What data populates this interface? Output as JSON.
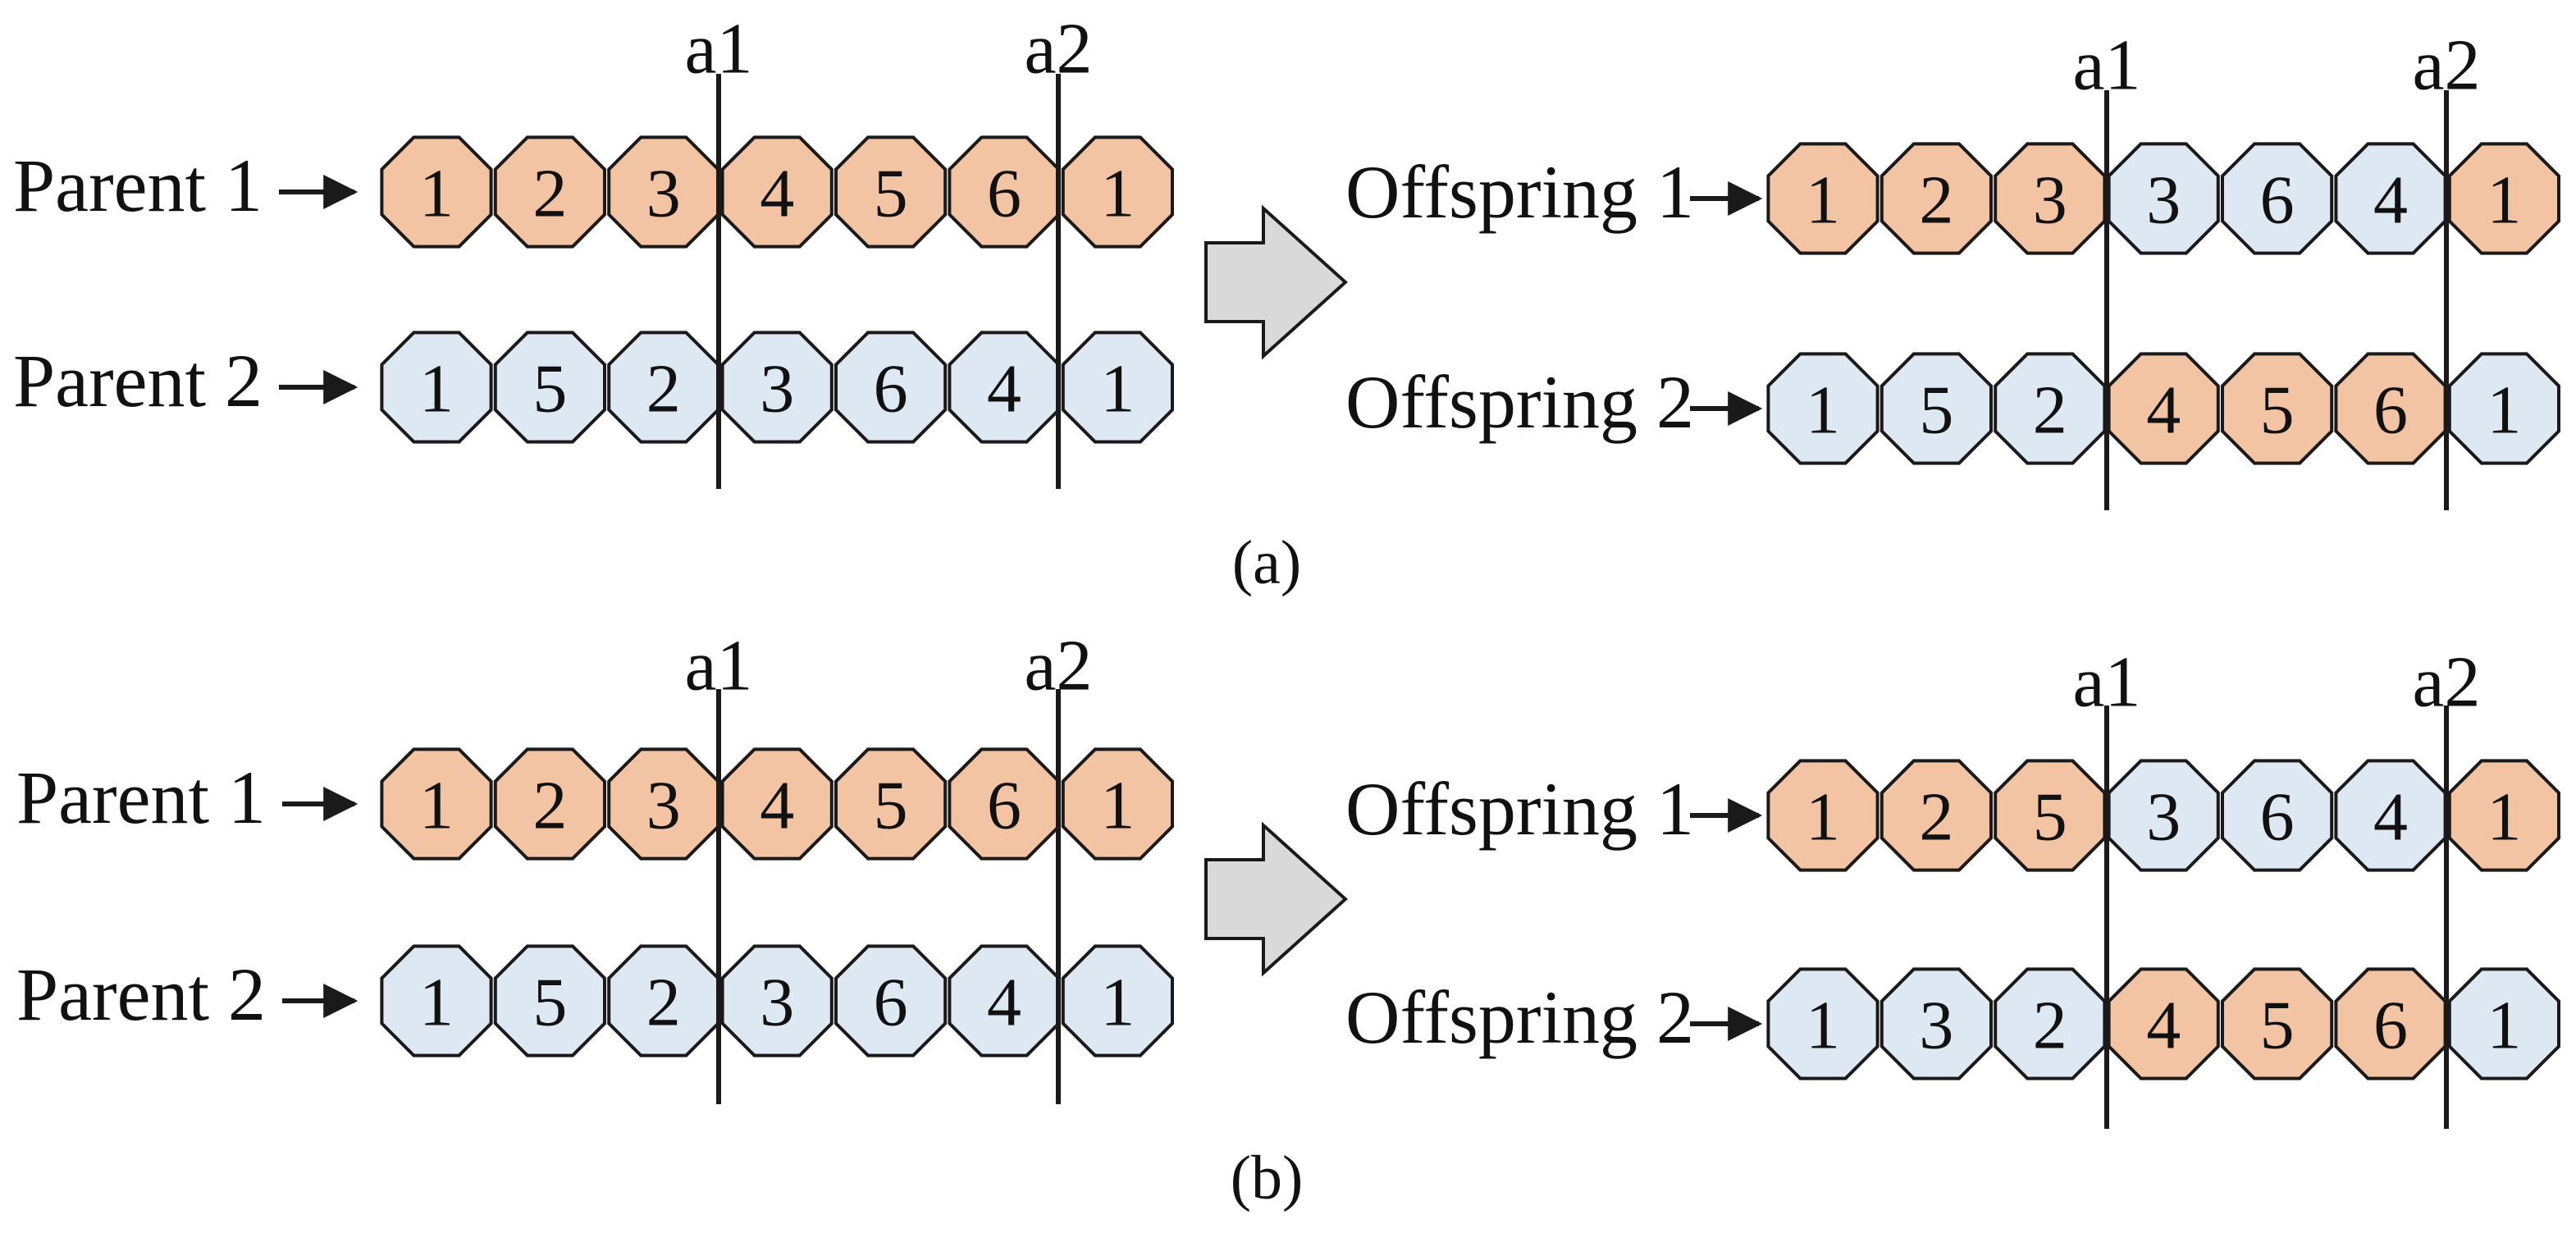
{
  "colors": {
    "parent1_fill": "#f3c4a4",
    "parent2_fill": "#dde8f3",
    "outline": "#1a1a1a",
    "transition_arrow_fill": "#d9d9d9"
  },
  "cut_labels": [
    "a1",
    "a2"
  ],
  "panels": [
    {
      "caption": "(a)",
      "left": {
        "rows": [
          {
            "label": "Parent 1",
            "genes": [
              {
                "v": "1",
                "src": "p1"
              },
              {
                "v": "2",
                "src": "p1"
              },
              {
                "v": "3",
                "src": "p1"
              },
              {
                "v": "4",
                "src": "p1"
              },
              {
                "v": "5",
                "src": "p1"
              },
              {
                "v": "6",
                "src": "p1"
              },
              {
                "v": "1",
                "src": "p1"
              }
            ]
          },
          {
            "label": "Parent 2",
            "genes": [
              {
                "v": "1",
                "src": "p2"
              },
              {
                "v": "5",
                "src": "p2"
              },
              {
                "v": "2",
                "src": "p2"
              },
              {
                "v": "3",
                "src": "p2"
              },
              {
                "v": "6",
                "src": "p2"
              },
              {
                "v": "4",
                "src": "p2"
              },
              {
                "v": "1",
                "src": "p2"
              }
            ]
          }
        ]
      },
      "right": {
        "rows": [
          {
            "label": "Offspring 1",
            "genes": [
              {
                "v": "1",
                "src": "p1"
              },
              {
                "v": "2",
                "src": "p1"
              },
              {
                "v": "3",
                "src": "p1"
              },
              {
                "v": "3",
                "src": "p2"
              },
              {
                "v": "6",
                "src": "p2"
              },
              {
                "v": "4",
                "src": "p2"
              },
              {
                "v": "1",
                "src": "p1"
              }
            ]
          },
          {
            "label": "Offspring 2",
            "genes": [
              {
                "v": "1",
                "src": "p2"
              },
              {
                "v": "5",
                "src": "p2"
              },
              {
                "v": "2",
                "src": "p2"
              },
              {
                "v": "4",
                "src": "p1"
              },
              {
                "v": "5",
                "src": "p1"
              },
              {
                "v": "6",
                "src": "p1"
              },
              {
                "v": "1",
                "src": "p2"
              }
            ]
          }
        ]
      }
    },
    {
      "caption": "(b)",
      "left": {
        "rows": [
          {
            "label": "Parent 1",
            "genes": [
              {
                "v": "1",
                "src": "p1"
              },
              {
                "v": "2",
                "src": "p1"
              },
              {
                "v": "3",
                "src": "p1"
              },
              {
                "v": "4",
                "src": "p1"
              },
              {
                "v": "5",
                "src": "p1"
              },
              {
                "v": "6",
                "src": "p1"
              },
              {
                "v": "1",
                "src": "p1"
              }
            ]
          },
          {
            "label": "Parent 2",
            "genes": [
              {
                "v": "1",
                "src": "p2"
              },
              {
                "v": "5",
                "src": "p2"
              },
              {
                "v": "2",
                "src": "p2"
              },
              {
                "v": "3",
                "src": "p2"
              },
              {
                "v": "6",
                "src": "p2"
              },
              {
                "v": "4",
                "src": "p2"
              },
              {
                "v": "1",
                "src": "p2"
              }
            ]
          }
        ]
      },
      "right": {
        "rows": [
          {
            "label": "Offspring 1",
            "genes": [
              {
                "v": "1",
                "src": "p1"
              },
              {
                "v": "2",
                "src": "p1"
              },
              {
                "v": "5",
                "src": "p1"
              },
              {
                "v": "3",
                "src": "p2"
              },
              {
                "v": "6",
                "src": "p2"
              },
              {
                "v": "4",
                "src": "p2"
              },
              {
                "v": "1",
                "src": "p1"
              }
            ]
          },
          {
            "label": "Offspring 2",
            "genes": [
              {
                "v": "1",
                "src": "p2"
              },
              {
                "v": "3",
                "src": "p2"
              },
              {
                "v": "2",
                "src": "p2"
              },
              {
                "v": "4",
                "src": "p1"
              },
              {
                "v": "5",
                "src": "p1"
              },
              {
                "v": "6",
                "src": "p1"
              },
              {
                "v": "1",
                "src": "p2"
              }
            ]
          }
        ]
      }
    }
  ]
}
